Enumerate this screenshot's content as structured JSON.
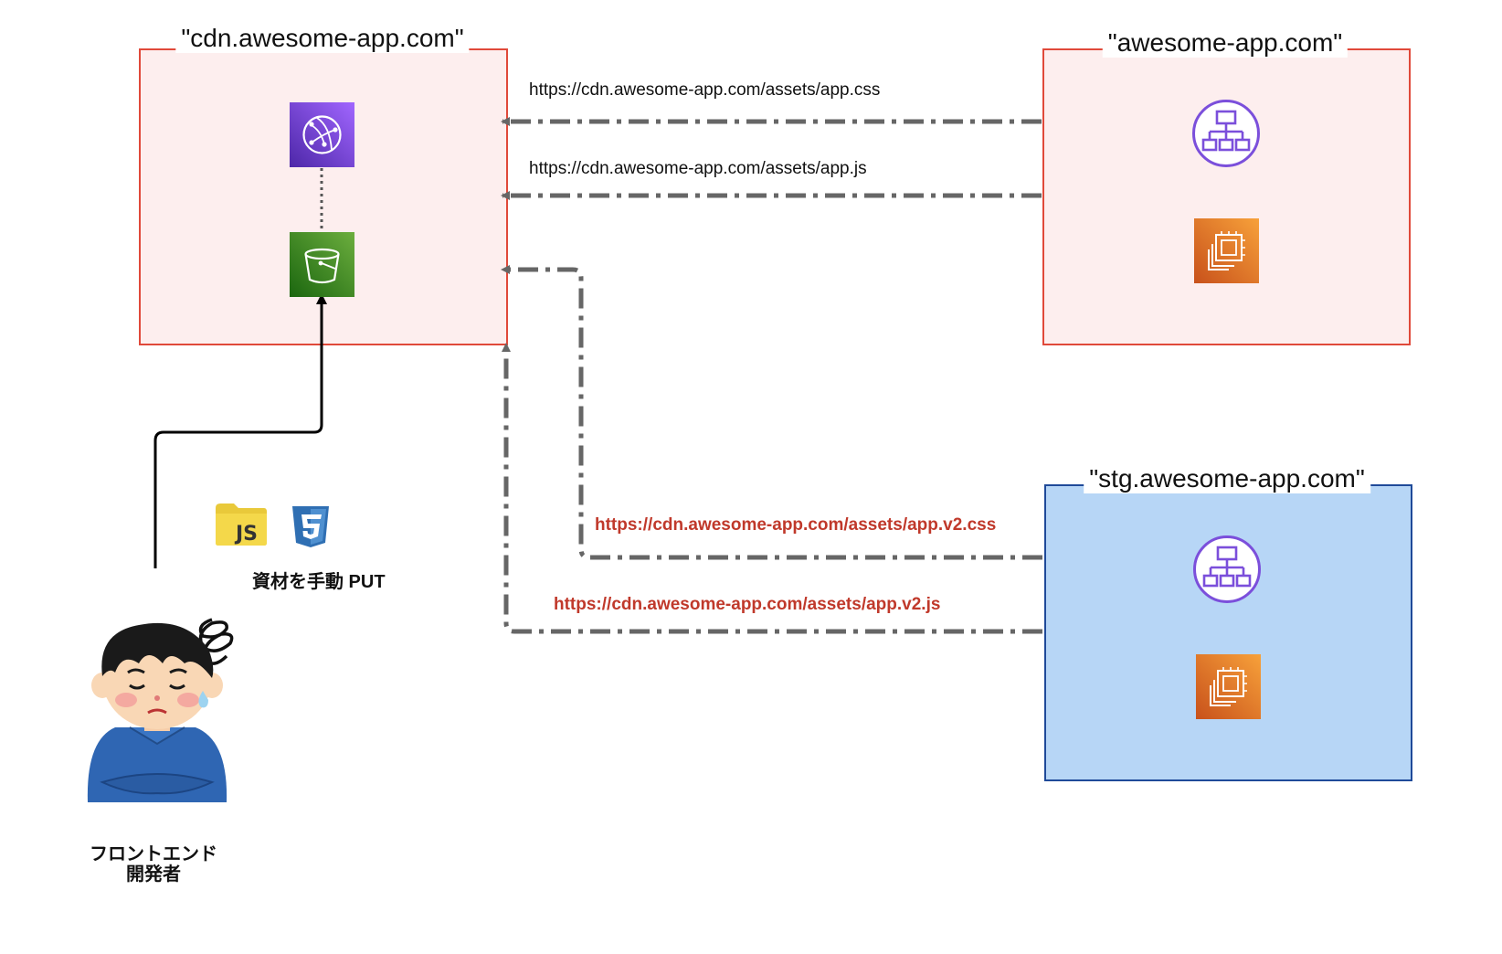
{
  "boxes": {
    "cdn": {
      "title": "\"cdn.awesome-app.com\"",
      "fill": "#fdeeee",
      "border": "#e0493a"
    },
    "prod": {
      "title": "\"awesome-app.com\"",
      "fill": "#fdeeee",
      "border": "#e0493a"
    },
    "stg": {
      "title": "\"stg.awesome-app.com\"",
      "fill": "#b7d6f6",
      "border": "#1f4a99"
    }
  },
  "requests": {
    "css": "https://cdn.awesome-app.com/assets/app.css",
    "js": "https://cdn.awesome-app.com/assets/app.js",
    "v2_css": "https://cdn.awesome-app.com/assets/app.v2.css",
    "v2_js": "https://cdn.awesome-app.com/assets/app.v2.js"
  },
  "upload_label": "資材を手動 PUT",
  "developer": {
    "line1": "フロントエンド",
    "line2": "開発者"
  },
  "icons": {
    "cdn_top": "cloudfront-icon",
    "cdn_bottom": "s3-bucket-icon",
    "server_top": "load-balancer-icon",
    "server_bottom": "ec2-instances-icon",
    "js_file": "js-folder-icon",
    "css_file": "css3-icon",
    "person": "confused-developer-icon"
  },
  "colors": {
    "arrow": "#666666",
    "request_red": "#c0392b",
    "aws_purple": "#7b4fdb",
    "aws_green": "#4d8b2e",
    "aws_orange": "#e2731f"
  }
}
